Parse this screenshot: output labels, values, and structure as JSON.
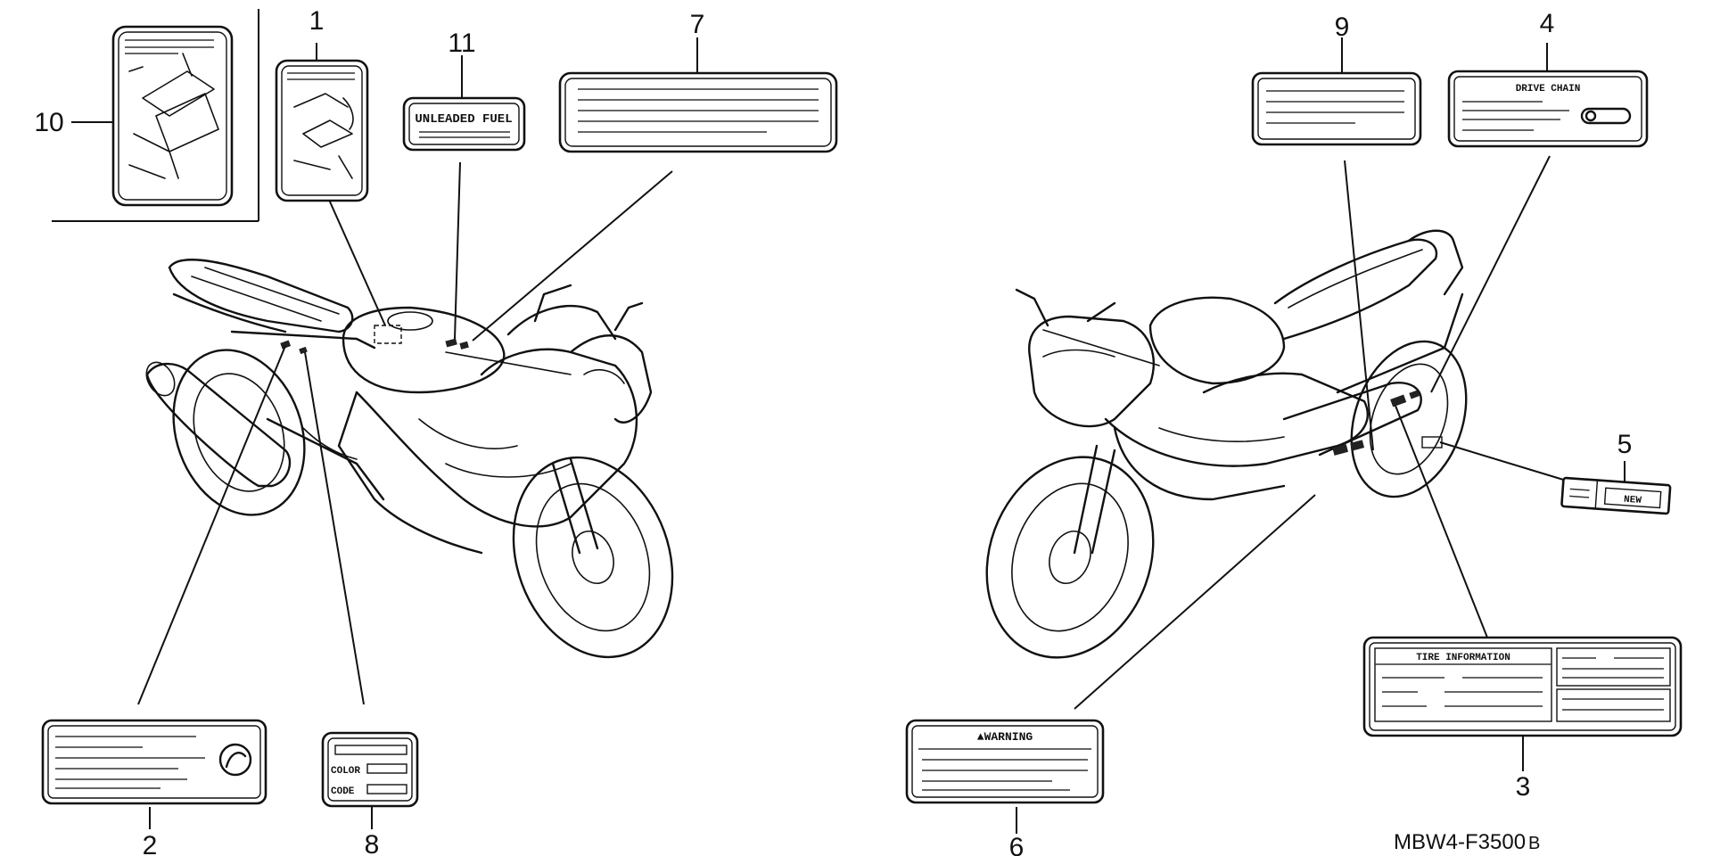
{
  "callouts": {
    "n1": "1",
    "n2": "2",
    "n3": "3",
    "n4": "4",
    "n5": "5",
    "n6": "6",
    "n7": "7",
    "n8": "8",
    "n9": "9",
    "n10": "10",
    "n11": "11"
  },
  "labels": {
    "unleaded_fuel": "UNLEADED FUEL",
    "drive_chain": "DRIVE CHAIN",
    "tire_information": "TIRE INFORMATION",
    "new": "NEW",
    "warning": "▲WARNING",
    "color": "COLOR",
    "code": "CODE"
  },
  "diagram_code": "MBW4-F3500",
  "diagram_code_suffix": "B"
}
